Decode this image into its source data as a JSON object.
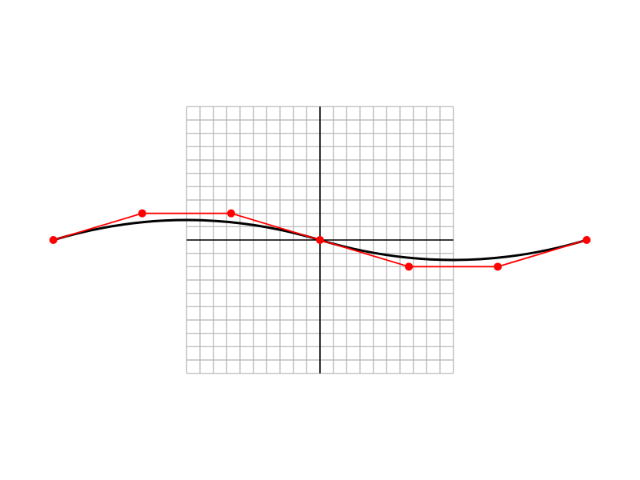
{
  "chart_data": {
    "type": "line",
    "grid": true,
    "xlim": [
      -10,
      10
    ],
    "ylim": [
      -10,
      10
    ],
    "grid_step": 1,
    "colors": {
      "grid": "#b4b4b4",
      "axis": "#000000",
      "curve": "#000000",
      "control_polygon": "#ff0000",
      "control_points": "#ff0000"
    },
    "series": [
      {
        "role": "control_polygon",
        "points": [
          [
            -20,
            0
          ],
          [
            -13.333,
            2
          ],
          [
            -6.667,
            2
          ],
          [
            0,
            0
          ],
          [
            6.667,
            -2
          ],
          [
            13.333,
            -2
          ],
          [
            20,
            0
          ]
        ]
      },
      {
        "role": "bezier_curve",
        "segments": [
          [
            [
              -20,
              0
            ],
            [
              -13.333,
              2
            ],
            [
              -6.667,
              2
            ],
            [
              0,
              0
            ]
          ],
          [
            [
              0,
              0
            ],
            [
              6.667,
              -2
            ],
            [
              13.333,
              -2
            ],
            [
              20,
              0
            ]
          ]
        ]
      }
    ]
  }
}
